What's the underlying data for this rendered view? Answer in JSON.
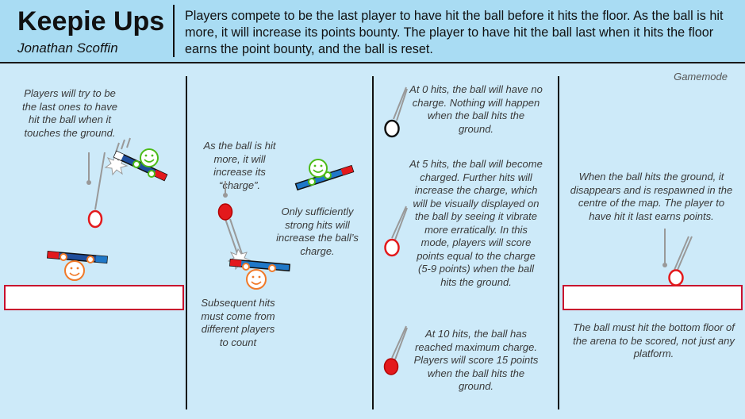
{
  "header": {
    "title": "Keepie Ups",
    "author": "Jonathan Scoffin",
    "summary": "Players compete to be the last player to have hit the ball before it hits the floor. As the ball is hit more, it will increase its points bounty. The player to have hit the ball last when it hits the floor earns the point bounty, and the ball is reset."
  },
  "panel1": {
    "note": "Players will try to be the last ones to have hit the ball when it touches the ground."
  },
  "panel2": {
    "note_charge": "As the ball is hit more, it will increase its “charge”.",
    "note_strong": "Only sufficiently strong hits will increase the ball’s charge.",
    "note_players": "Subsequent hits must come from different players to count"
  },
  "panel3": {
    "note_0": "At 0 hits, the ball will have no charge. Nothing will happen when the ball hits the ground.",
    "note_5": "At 5 hits, the ball will become charged. Further hits will increase the charge, which will be visually displayed on the ball by seeing it vibrate more erratically. In this mode, players will score points equal to the charge (5-9 points) when the ball hits the ground.",
    "note_10": "At 10 hits, the ball has reached maximum charge. Players will score 15 points when the ball hits the ground."
  },
  "panel4": {
    "gamemode": "Gamemode",
    "note_respawn": "When the ball hits the ground, it disappears and is respawned in the centre of the map. The player to have hit it last earns points.",
    "note_floor": "The ball must hit the bottom floor of the arena to be scored, not just any platform."
  },
  "colors": {
    "header_bg": "#a9dcf3",
    "panel_bg": "#cdeaf9",
    "ball_red": "#e3191c",
    "player_green": "#4cbb17",
    "player_orange": "#f07a2a",
    "bat_blue": "#1f78c8"
  }
}
